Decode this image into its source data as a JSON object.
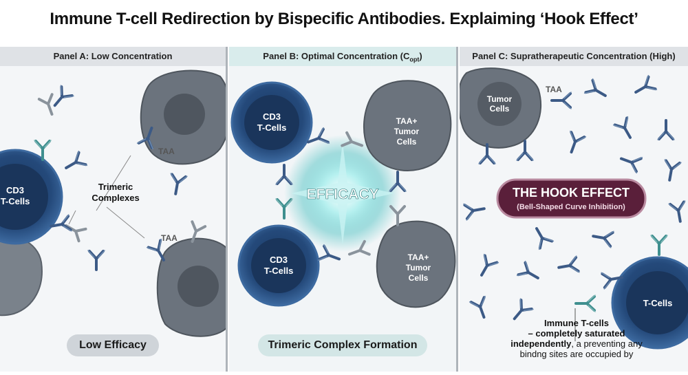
{
  "title": "Immune T-cell Redirection by Bispecific Antibodies. Explaiming ‘Hook Effect’",
  "panels": {
    "a": {
      "header": "Panel A: Low Concentration",
      "cd3_label_1": "CD3",
      "cd3_label_2": "T-Cells",
      "trimeric_1": "Trimeric",
      "trimeric_2": "Complexes",
      "taa_top": "TAA",
      "taa_bottom": "TAA",
      "footer": "Low Efficacy"
    },
    "b": {
      "header_main": "Panel B: Optimal Concentration (C",
      "header_sub": "opt",
      "header_end": ")",
      "cd3_top_1": "CD3",
      "cd3_top_2": "T-Cells",
      "cd3_bottom_1": "CD3",
      "cd3_bottom_2": "T-Cells",
      "tumor_top_1": "TAA+",
      "tumor_top_2": "Tumor",
      "tumor_top_3": "Cells",
      "tumor_bottom_1": "TAA+",
      "tumor_bottom_2": "Tumor",
      "tumor_bottom_3": "Cells",
      "efficacy": "EFFICACY",
      "footer": "Trimeric Complex Formation"
    },
    "c": {
      "header": "Panel C: Supratherapeutic Concentration (High)",
      "tumor_1": "Tumor",
      "tumor_2": "Cells",
      "taa": "TAA",
      "hook_title": "THE HOOK EFFECT",
      "hook_sub": "(Bell-Shaped Curve Inhibition)",
      "tcell": "T-Cells",
      "note_1": "Immune T-cells",
      "note_2": "– completely saturated",
      "note_3_bold": "independently",
      "note_3_rest": ", a preventing any",
      "note_4": "bindng sites are occupied by"
    }
  },
  "colors": {
    "tcell": "#1f3f66",
    "tumor": "#6b737d",
    "antibody": "#3c5a86",
    "teal": "#3f8f8f",
    "hook": "#5a1f3a",
    "header_gray": "#dfe2e6",
    "header_teal": "#d9ecec"
  }
}
